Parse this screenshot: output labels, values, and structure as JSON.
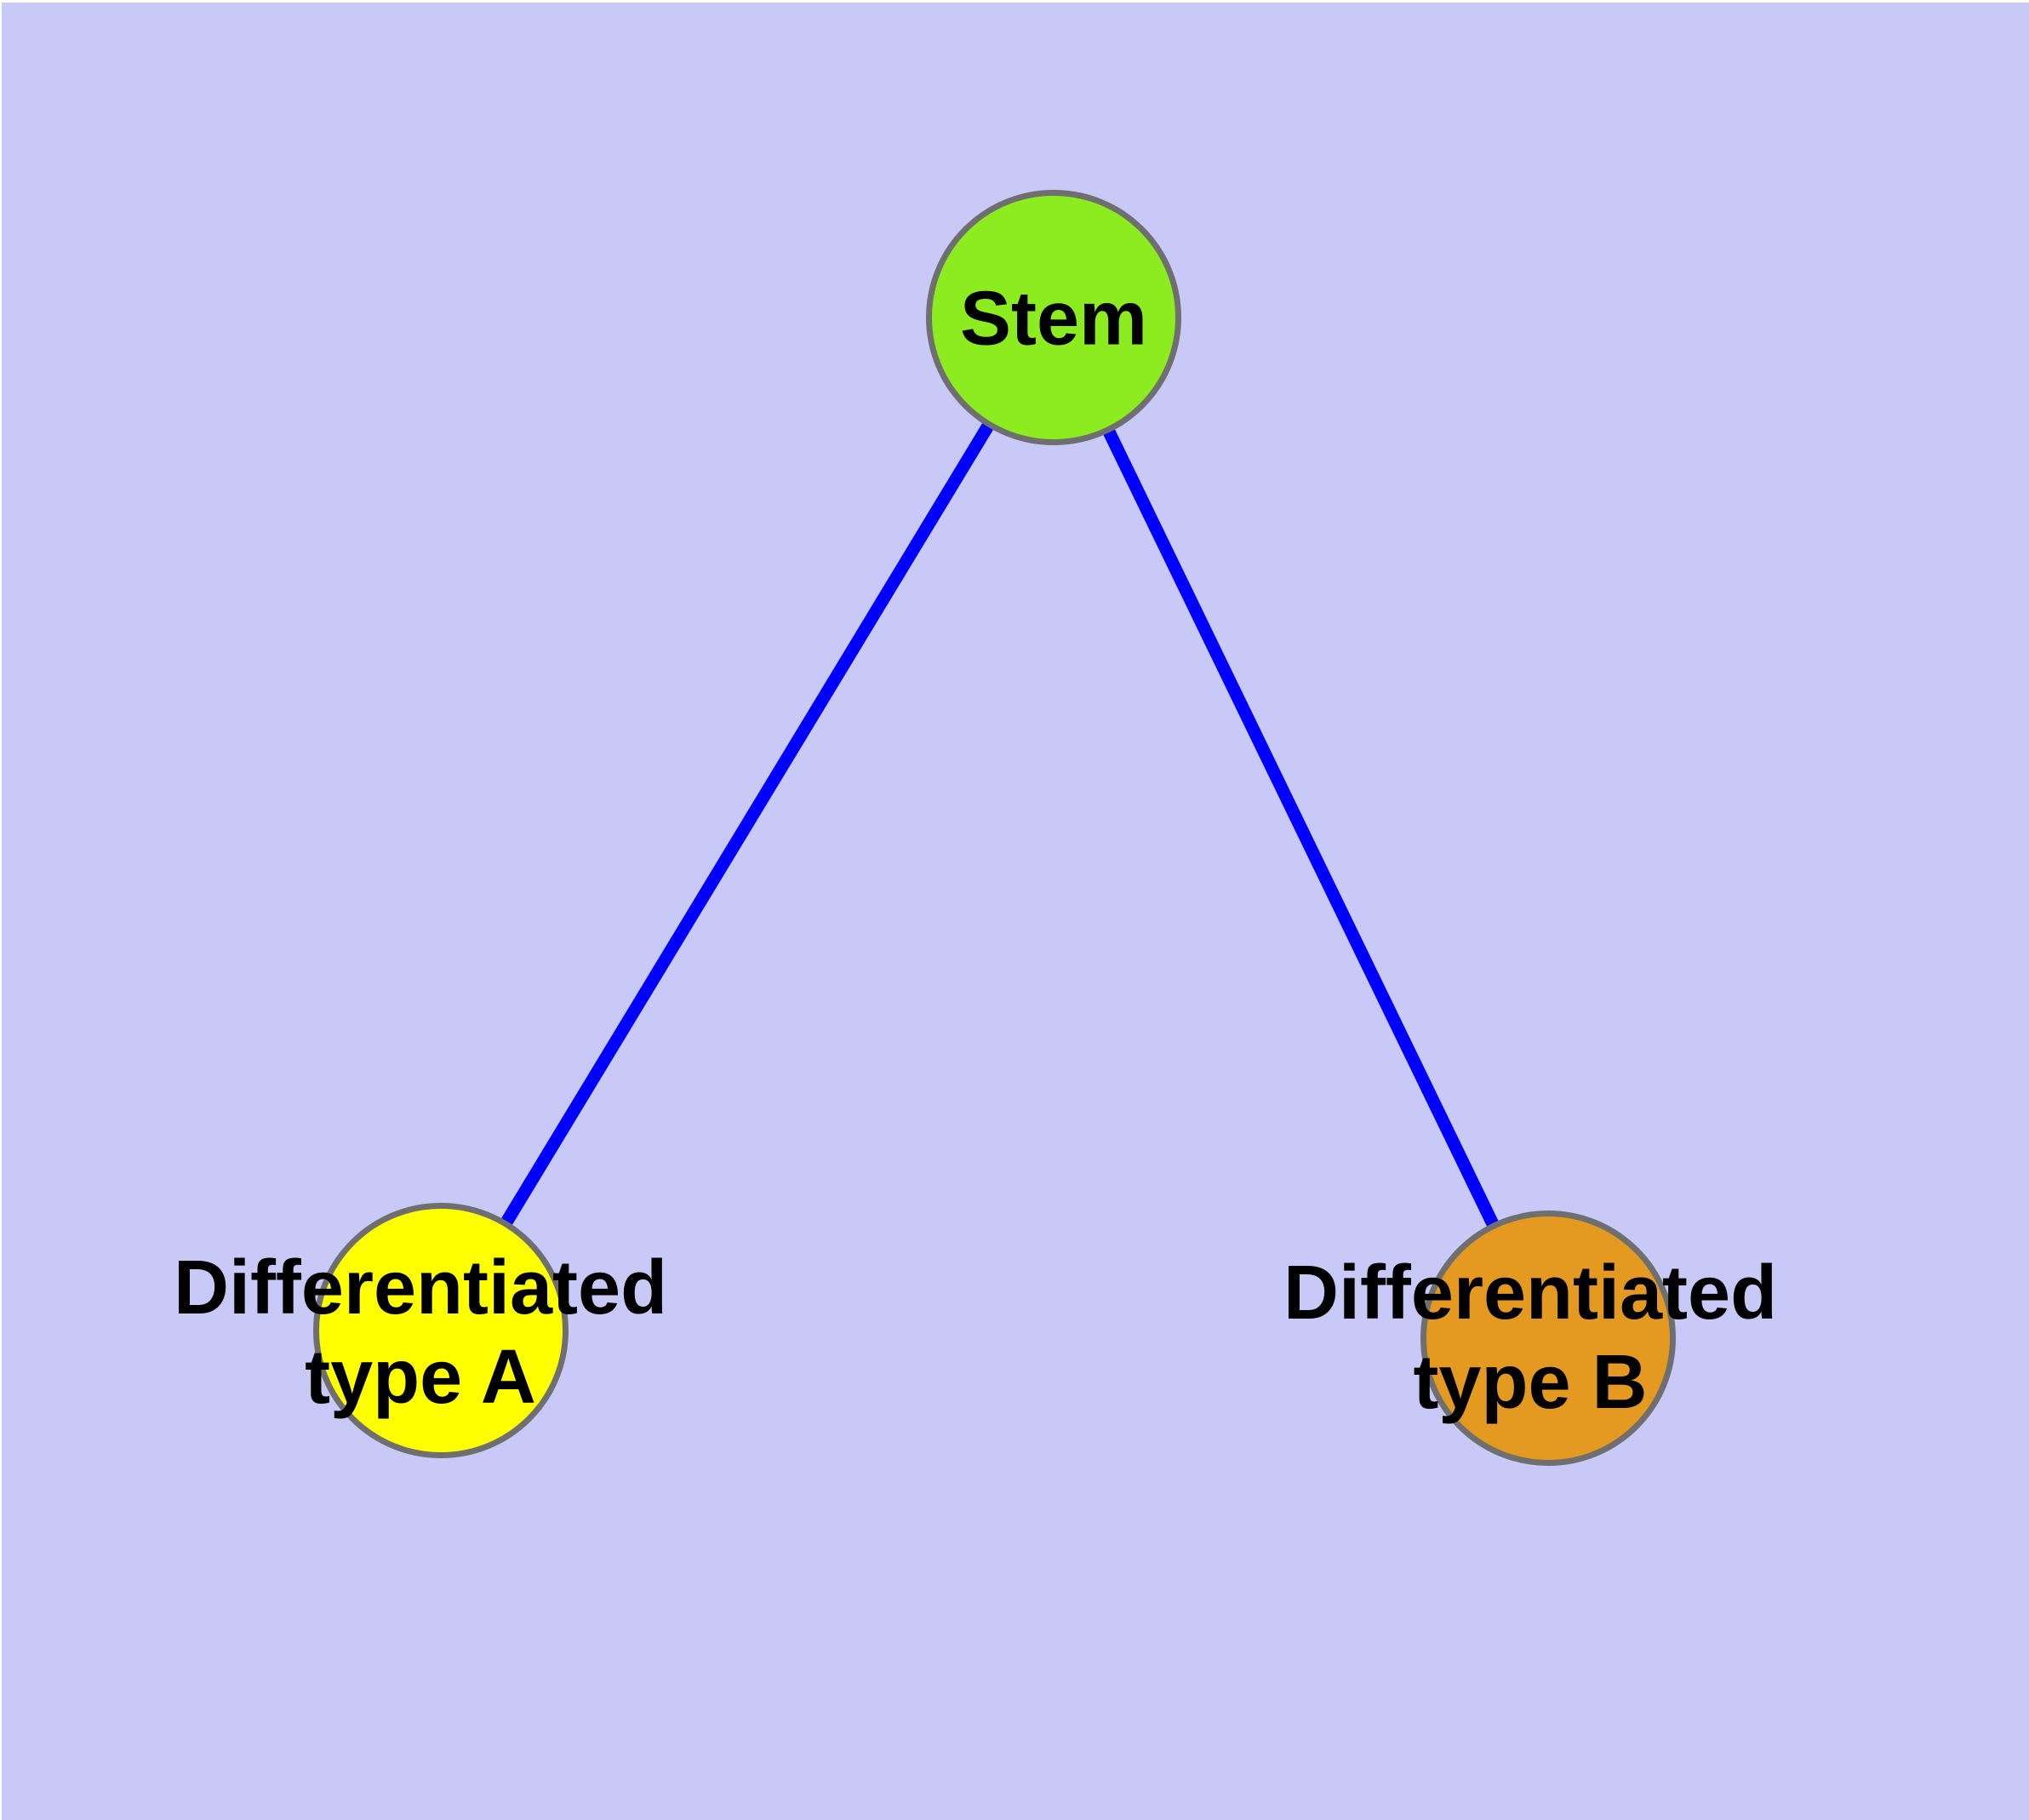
{
  "diagram": {
    "type": "graph",
    "background": "#C9C9F8",
    "page_margin_color": "#FFFFFF",
    "nodes": [
      {
        "id": "stem",
        "label": "Stem",
        "fill": "#8CEC20",
        "border": "#6F6F6F",
        "shape": "circle"
      },
      {
        "id": "type-a",
        "label": "Differentiated\ntype A",
        "fill": "#FFFF00",
        "border": "#6F6F6F",
        "shape": "circle"
      },
      {
        "id": "type-b",
        "label": "Differentiated\ntype B",
        "fill": "#E49A20",
        "border": "#6F6F6F",
        "shape": "circle"
      }
    ],
    "edges": [
      {
        "from": "stem",
        "to": "type-a",
        "color": "#0000FF"
      },
      {
        "from": "stem",
        "to": "type-b",
        "color": "#0000FF"
      }
    ],
    "label_color": "#000000"
  }
}
